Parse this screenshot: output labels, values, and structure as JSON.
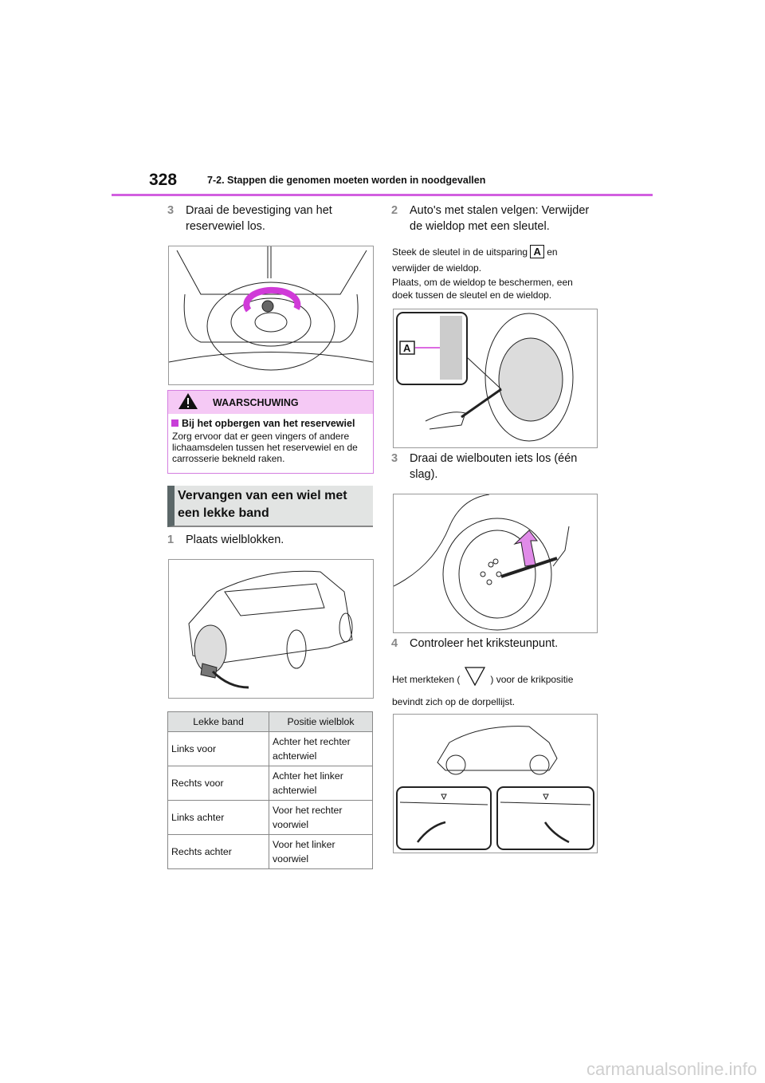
{
  "header": {
    "page_number": "328",
    "chapter": "7-2. Stappen die genomen moeten worden in noodgevallen"
  },
  "left": {
    "step3": {
      "num": "3",
      "text": "Draai de bevestiging van het reservewiel los."
    },
    "warning": {
      "title": "WAARSCHUWING",
      "subtitle": "Bij het opbergen van het reservewiel",
      "body": "Zorg ervoor dat er geen vingers of andere lichaamsdelen tussen het reservewiel en de carrosserie bekneld raken."
    },
    "section_title": "Vervangen van een wiel met een lekke band",
    "step1": {
      "num": "1",
      "text": "Plaats wielblokken."
    },
    "table": {
      "headers": [
        "Lekke band",
        "Positie wielblok"
      ],
      "rows": [
        [
          "Links voor",
          "Achter het rechter achterwiel"
        ],
        [
          "Rechts voor",
          "Achter het linker achterwiel"
        ],
        [
          "Links achter",
          "Voor het rechter voorwiel"
        ],
        [
          "Rechts achter",
          "Voor het linker voorwiel"
        ]
      ]
    }
  },
  "right": {
    "step2": {
      "num": "2",
      "text": "Auto's met stalen velgen: Verwijder de wieldop met een sleutel."
    },
    "note2": {
      "before": "Steek de sleutel in de uitsparing",
      "label": "A",
      "after": "en verwijder de wieldop.",
      "line2": "Plaats, om de wieldop te beschermen, een doek tussen de sleutel en de wieldop."
    },
    "step3": {
      "num": "3",
      "text": "Draai de wielbouten iets los (één slag)."
    },
    "step4": {
      "num": "4",
      "text": "Controleer het kriksteunpunt."
    },
    "note4": {
      "before": "Het merkteken (",
      "after": ") voor de krikpositie",
      "line2": "bevindt zich op de dorpellijst."
    }
  },
  "watermark": "carmanualsonline.info"
}
